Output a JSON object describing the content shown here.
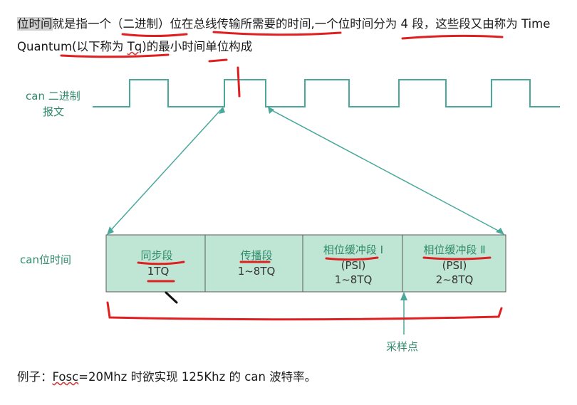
{
  "intro": {
    "p1": "位时间",
    "p2": "就是指一个（二进制）位在总线传输所需要的时间,一个位时间分为 4 段，这些段又由称为 Time Quantum(以下称为 ",
    "p3": "Tq",
    "p4": ")的最小时间单位构成"
  },
  "labels": {
    "can_binary_line1": "can 二进制",
    "can_binary_line2": "报文",
    "can_bit_time": "can位时间",
    "sample_point": "采样点"
  },
  "segments": [
    {
      "name": "同步段",
      "value": "1TQ"
    },
    {
      "name": "传播段",
      "value": "1~8TQ"
    },
    {
      "name": "相位缓冲段 Ⅰ",
      "sub": "(PSI)",
      "value": "1~8TQ"
    },
    {
      "name": "相位缓冲段 Ⅱ",
      "sub": "(PSI)",
      "value": "2~8TQ"
    }
  ],
  "example": {
    "prefix": "例子：",
    "fosc": "Fosc",
    "rest": "=20Mhz 时欲实现 125Khz 的 can 波特率。"
  },
  "colors": {
    "green": "#2f8a6a",
    "box_fill": "#bfe5d5",
    "wave": "#4aa89a",
    "annotation": "#e02020"
  }
}
